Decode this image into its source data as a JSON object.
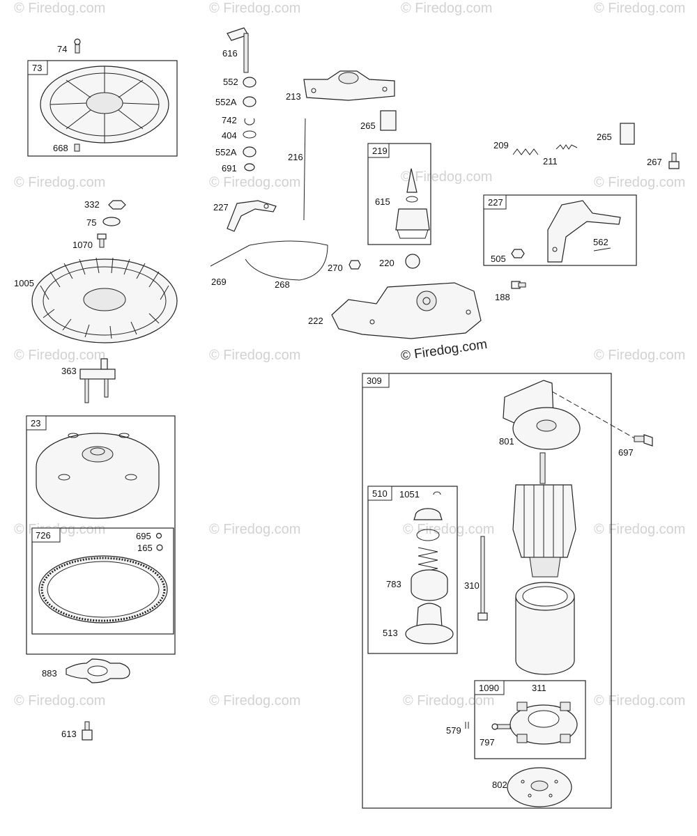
{
  "watermark": "© Firedog.com",
  "center_watermark": "© Firedog.com",
  "callouts": {
    "p74": "74",
    "p73": "73",
    "p668": "668",
    "p332": "332",
    "p75": "75",
    "p1070": "1070",
    "p1005": "1005",
    "p363": "363",
    "p23": "23",
    "p726": "726",
    "p695": "695",
    "p165": "165",
    "p883": "883",
    "p613": "613",
    "p616": "616",
    "p552": "552",
    "p552a1": "552A",
    "p742": "742",
    "p404": "404",
    "p552a2": "552A",
    "p691": "691",
    "p227a": "227",
    "p269": "269",
    "p268": "268",
    "p213": "213",
    "p216": "216",
    "p265a": "265",
    "p219": "219",
    "p615": "615",
    "p270": "270",
    "p220": "220",
    "p222": "222",
    "p209": "209",
    "p211": "211",
    "p265b": "265",
    "p267": "267",
    "p227b": "227",
    "p505": "505",
    "p562": "562",
    "p188": "188",
    "p309": "309",
    "p801": "801",
    "p697": "697",
    "p510": "510",
    "p1051": "1051",
    "p783": "783",
    "p513": "513",
    "p310": "310",
    "p1090": "1090",
    "p311": "311",
    "p579": "579",
    "p797": "797",
    "p802": "802"
  }
}
